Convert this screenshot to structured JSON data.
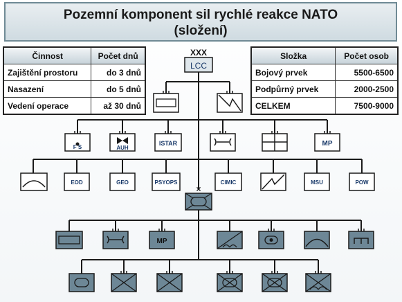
{
  "title": {
    "line1": "Pozemní komponent sil rychlé reakce NATO",
    "line2": "(složení)"
  },
  "left_table": {
    "headers": [
      "Činnost",
      "Počet dnů"
    ],
    "rows": [
      [
        "Zajištění prostoru",
        "do 3 dnů"
      ],
      [
        "Nasazení",
        "do 5 dnů"
      ],
      [
        "Vedení operace",
        "až 30 dnů"
      ]
    ]
  },
  "right_table": {
    "headers": [
      "Složka",
      "Počet osob"
    ],
    "rows": [
      [
        "Bojový prvek",
        "5500-6500"
      ],
      [
        "Podpůrný prvek",
        "2000-2500"
      ],
      [
        "CELKEM",
        "7500-9000"
      ]
    ]
  },
  "diagram": {
    "root": {
      "echelon": "XXX",
      "label": "LCC"
    },
    "row3_labels": [
      "F S",
      "AUH",
      "ISTAR",
      "MP"
    ],
    "row4_labels": [
      "EOD",
      "GEO",
      "PSYOPS",
      "CIMIC",
      "MSU",
      "POW"
    ],
    "center": {
      "echelon": "×"
    },
    "row6_labels": [
      "MP"
    ]
  },
  "colors": {
    "light_unit": "#ffffff",
    "dark_unit": "#6d8796",
    "line": "#1a1a1a",
    "title_bg": "#d6e0e5"
  }
}
